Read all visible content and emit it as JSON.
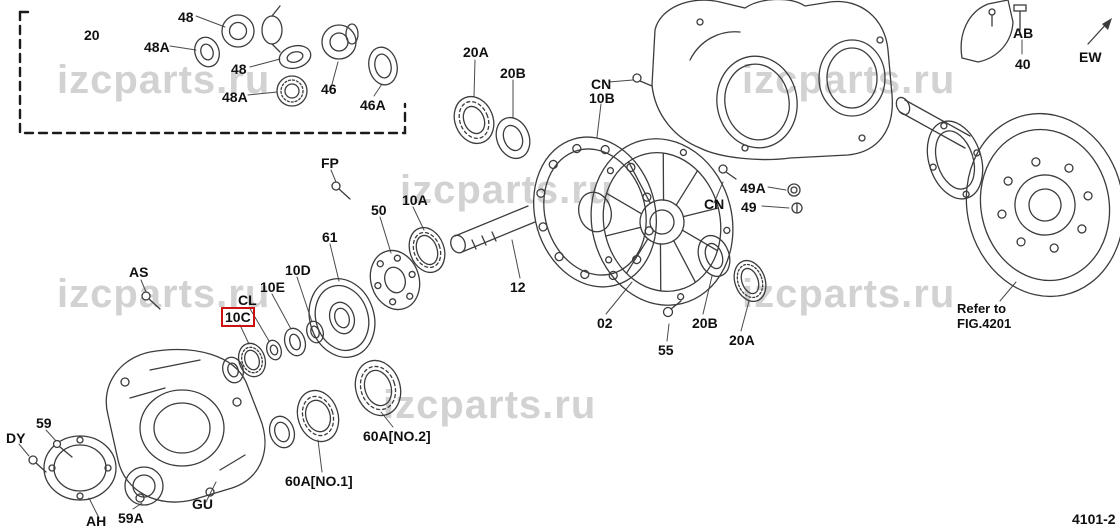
{
  "figure": {
    "watermark": "izcparts.ru",
    "code": "4101-2",
    "highlight_color": "#cc1111",
    "note_reference": "Refer to\nFIG.4201"
  },
  "labels": [
    {
      "text": "20"
    },
    {
      "text": "48"
    },
    {
      "text": "48A"
    },
    {
      "text": "48"
    },
    {
      "text": "48A"
    },
    {
      "text": "46"
    },
    {
      "text": "46A"
    },
    {
      "text": "20A"
    },
    {
      "text": "20B"
    },
    {
      "text": "CN"
    },
    {
      "text": "10B"
    },
    {
      "text": "AB"
    },
    {
      "text": "40"
    },
    {
      "text": "EW"
    },
    {
      "text": "FP"
    },
    {
      "text": "50"
    },
    {
      "text": "10A"
    },
    {
      "text": "61"
    },
    {
      "text": "10D"
    },
    {
      "text": "10E"
    },
    {
      "text": "AS"
    },
    {
      "text": "CL"
    },
    {
      "text": "10C"
    },
    {
      "text": "12"
    },
    {
      "text": "02"
    },
    {
      "text": "55"
    },
    {
      "text": "20B"
    },
    {
      "text": "20A"
    },
    {
      "text": "CN"
    },
    {
      "text": "49A"
    },
    {
      "text": "49"
    },
    {
      "text": "Refer to\nFIG.4201"
    },
    {
      "text": "59"
    },
    {
      "text": "DY"
    },
    {
      "text": "AH"
    },
    {
      "text": "59A"
    },
    {
      "text": "GU"
    },
    {
      "text": "60A[NO.1]"
    },
    {
      "text": "60A[NO.2]"
    }
  ]
}
